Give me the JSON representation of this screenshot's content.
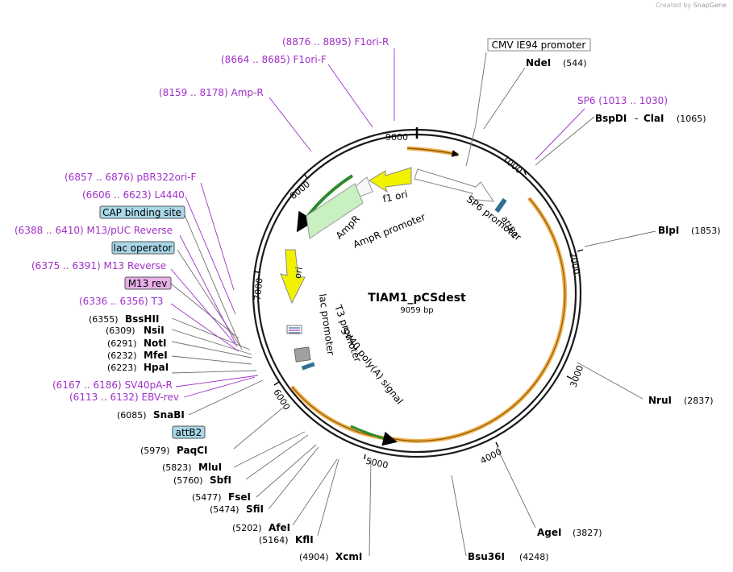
{
  "credit": {
    "prefix": "Created by",
    "brand": "SnapGene"
  },
  "plasmid": {
    "name": "TIAM1_pCSdest",
    "length_label": "9059 bp",
    "length": 9059
  },
  "ticks": [
    "1000",
    "2000",
    "3000",
    "4000",
    "5000",
    "6000",
    "7000",
    "8000",
    "9000"
  ],
  "sites": [
    {
      "name": "NdeI",
      "pos": "(544)",
      "side": "right"
    },
    {
      "name": "BspDI",
      "name2": "ClaI",
      "pos": "(1065)",
      "side": "right"
    },
    {
      "name": "BlpI",
      "pos": "(1853)",
      "side": "right"
    },
    {
      "name": "NruI",
      "pos": "(2837)",
      "side": "right"
    },
    {
      "name": "AgeI",
      "pos": "(3827)",
      "side": "right"
    },
    {
      "name": "Bsu36I",
      "pos": "(4248)",
      "side": "right"
    },
    {
      "name": "XcmI",
      "pos": "(4904)",
      "side": "left"
    },
    {
      "name": "KflI",
      "pos": "(5164)",
      "side": "left"
    },
    {
      "name": "AfeI",
      "pos": "(5202)",
      "side": "left"
    },
    {
      "name": "SfiI",
      "pos": "(5474)",
      "side": "left"
    },
    {
      "name": "FseI",
      "pos": "(5477)",
      "side": "left"
    },
    {
      "name": "SbfI",
      "pos": "(5760)",
      "side": "left"
    },
    {
      "name": "MluI",
      "pos": "(5823)",
      "side": "left"
    },
    {
      "name": "PaqCI",
      "pos": "(5979)",
      "side": "left"
    },
    {
      "name": "SnaBI",
      "pos": "(6085)",
      "side": "left"
    },
    {
      "name": "HpaI",
      "pos": "(6223)",
      "side": "left"
    },
    {
      "name": "MfeI",
      "pos": "(6232)",
      "side": "left"
    },
    {
      "name": "NotI",
      "pos": "(6291)",
      "side": "left"
    },
    {
      "name": "NsiI",
      "pos": "(6309)",
      "side": "left"
    },
    {
      "name": "BssHII",
      "pos": "(6355)",
      "side": "left"
    }
  ],
  "primers": [
    {
      "label": "(8876 .. 8895)  F1ori-R"
    },
    {
      "label": "(8664 .. 8685)  F1ori-F"
    },
    {
      "label": "(8159 .. 8178)  Amp-R"
    },
    {
      "label": "SP6     (1013 .. 1030)"
    },
    {
      "label": "(6857 .. 6876)  pBR322ori-F"
    },
    {
      "label": "(6606 .. 6623)  L4440"
    },
    {
      "label": "(6388 .. 6410)  M13/pUC Reverse"
    },
    {
      "label": "(6375 .. 6391)  M13 Reverse"
    },
    {
      "label": "(6336 .. 6356)  T3"
    },
    {
      "label": "(6167 .. 6186)  SV40pA-R"
    },
    {
      "label": "(6113 .. 6132)  EBV-rev"
    }
  ],
  "boxed": [
    {
      "label": "CMV IE94 promoter"
    },
    {
      "label": "CAP binding site"
    },
    {
      "label": "lac operator"
    },
    {
      "label": "M13 rev"
    },
    {
      "label": "attB2"
    }
  ],
  "features": [
    {
      "label": "f1 ori"
    },
    {
      "label": "AmpR promoter"
    },
    {
      "label": "AmpR"
    },
    {
      "label": "ori"
    },
    {
      "label": "lac promoter"
    },
    {
      "label": "T3 promoter"
    },
    {
      "label": "SV40 poly(A) signal"
    },
    {
      "label": "SP6 promoter"
    },
    {
      "label": "attB1"
    }
  ],
  "colors": {
    "enzyme": "#000000",
    "primer": "#a030c8",
    "leader": "#707070",
    "orf_orange": "#f0b050",
    "orf_green": "#2e8b2e",
    "yellow": "#f2f200",
    "light_green": "#c8f0c0",
    "boxed_blue": "#a8d8e8",
    "boxed_pink": "#e8b0e8",
    "cyan_feature": "#2e7090"
  }
}
